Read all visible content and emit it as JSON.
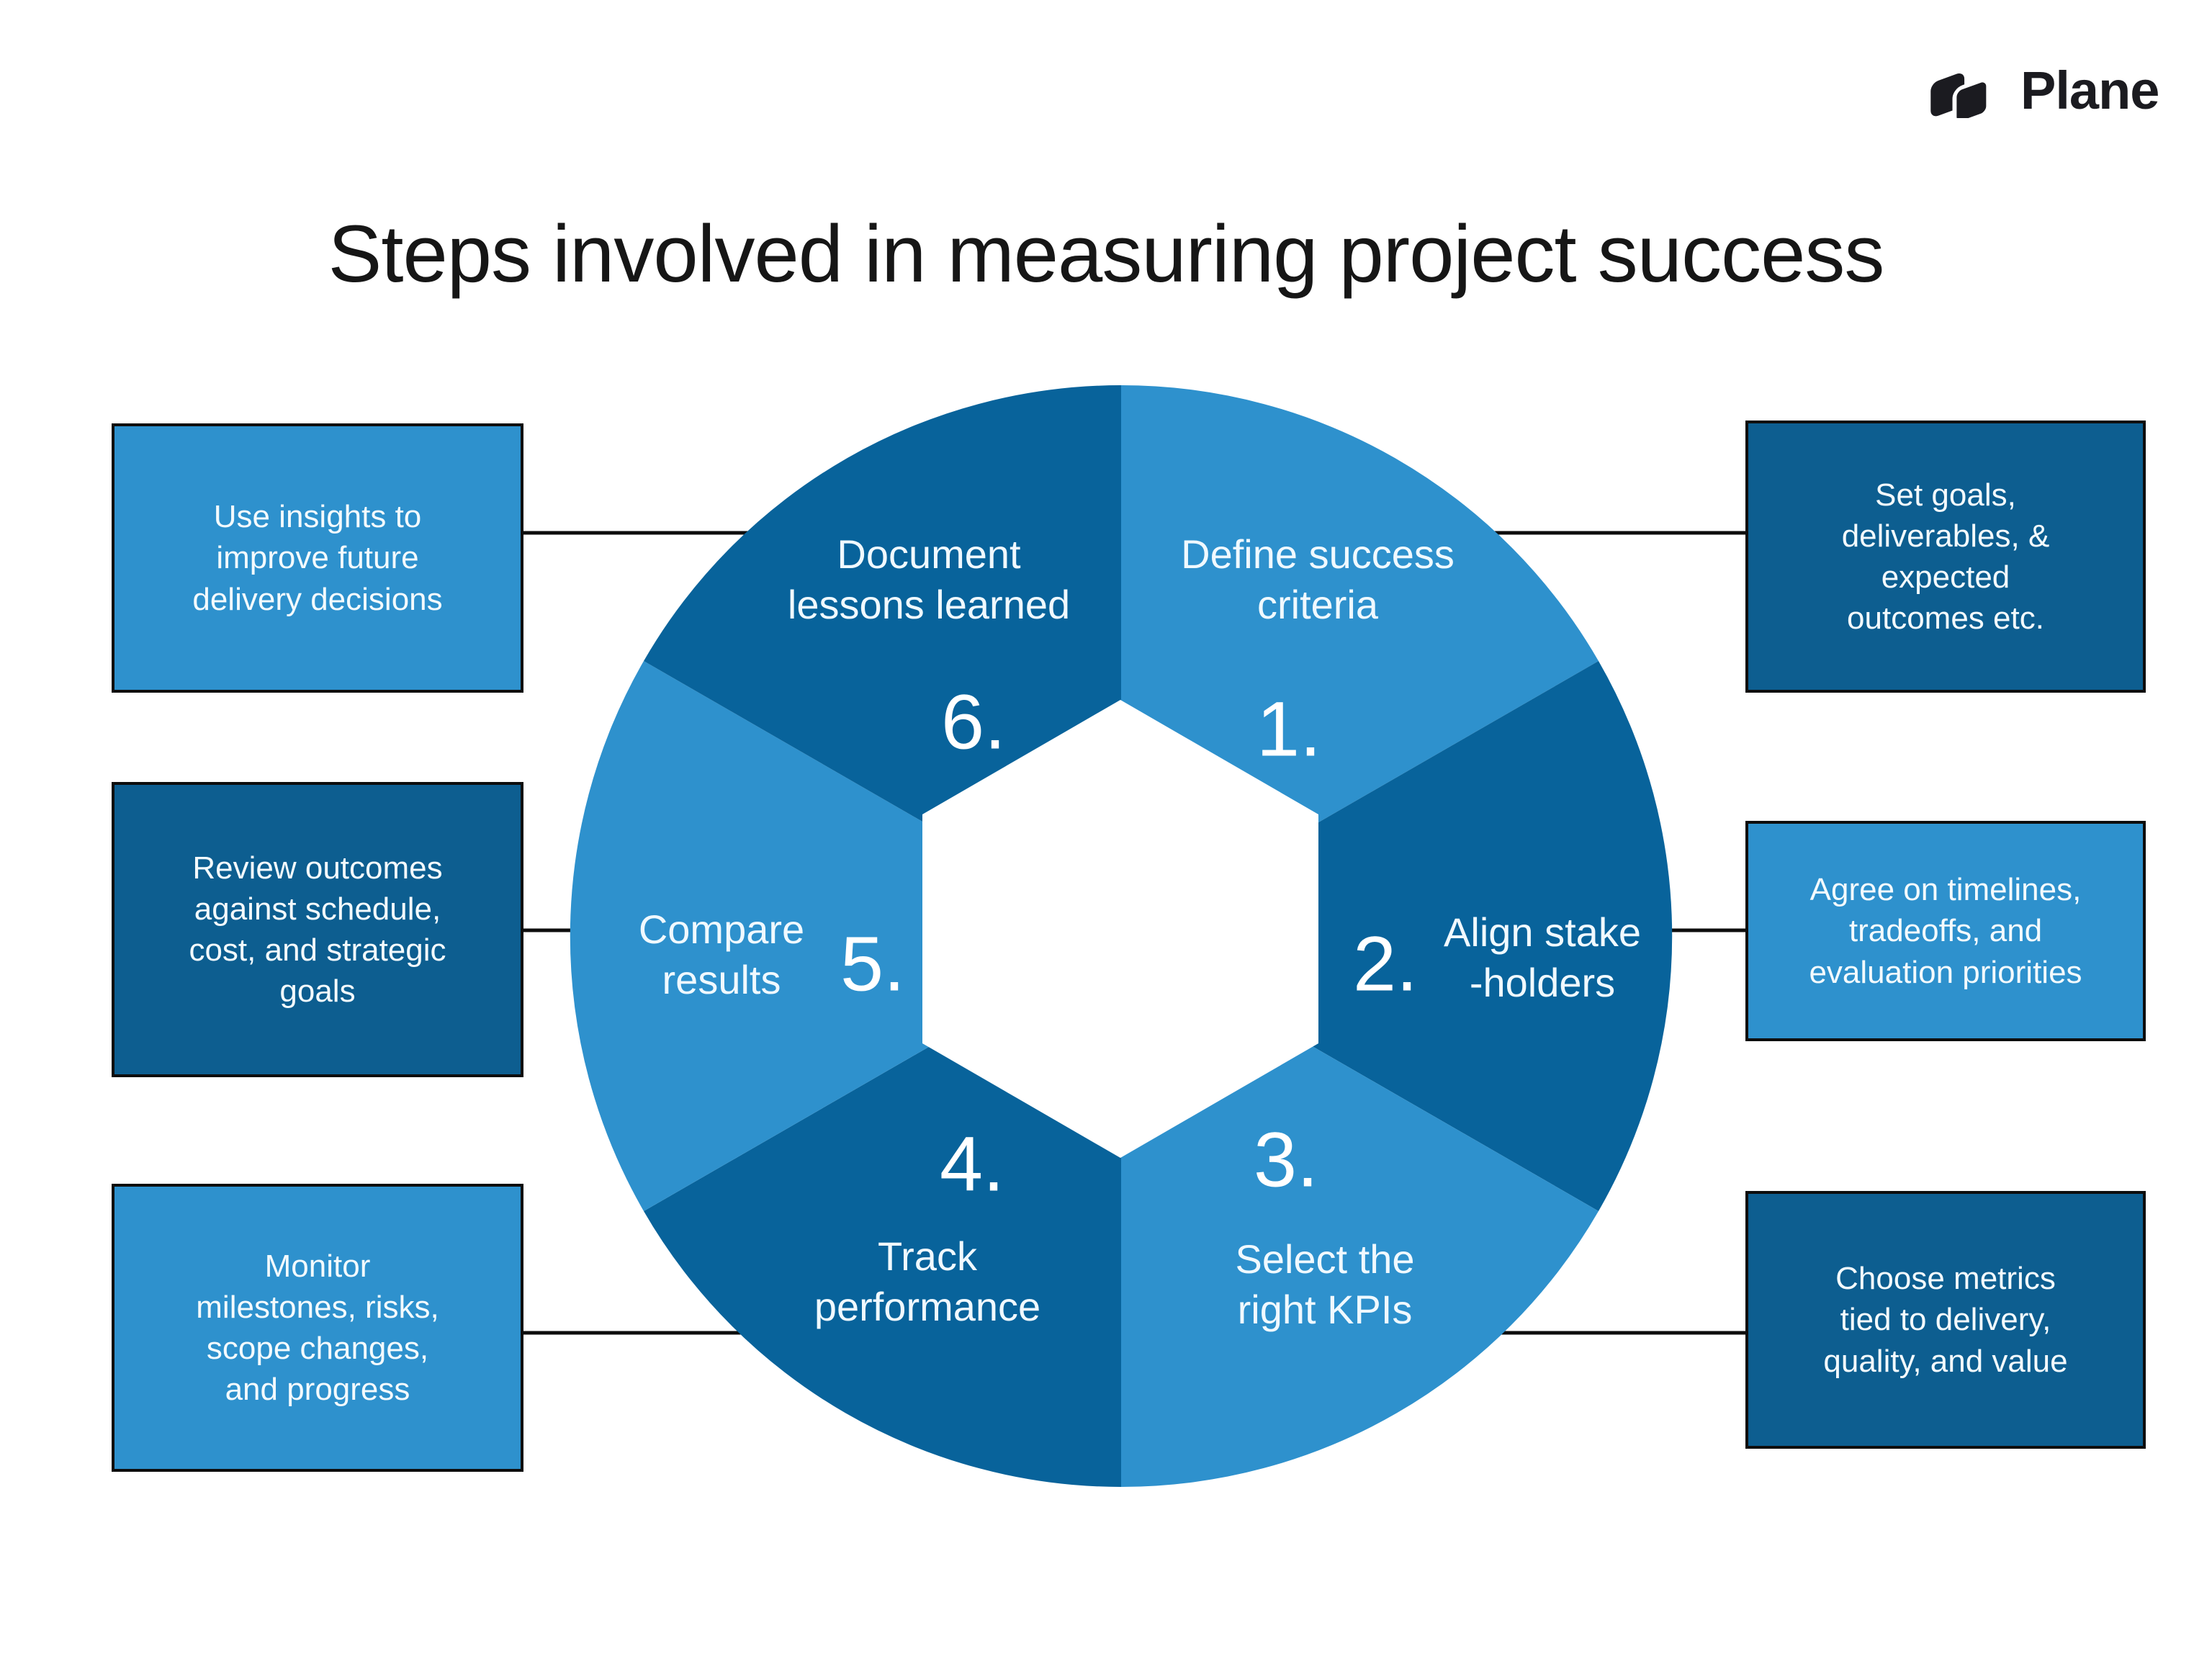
{
  "brand": {
    "wordmark": "Plane",
    "logo_color": "#1b1b20"
  },
  "title": {
    "text": "Steps involved in measuring project success"
  },
  "colors": {
    "wedge_light_blue": "#2e91cd",
    "wedge_dark_blue": "#08639b",
    "box_light_blue": "#2e91cd",
    "box_dark_blue": "#0d5e90",
    "connector_black": "#0d0d0d",
    "text_white": "#f3fafd"
  },
  "wheel": {
    "segments": [
      {
        "number": "1.",
        "label": "Define success\ncriteria",
        "shade": "light"
      },
      {
        "number": "2.",
        "label": "Align stake\n-holders",
        "shade": "dark"
      },
      {
        "number": "3.",
        "label": "Select the\nright KPIs",
        "shade": "light"
      },
      {
        "number": "4.",
        "label": "Track\nperformance",
        "shade": "dark"
      },
      {
        "number": "5.",
        "label": "Compare\nresults",
        "shade": "light"
      },
      {
        "number": "6.",
        "label": "Document\nlessons learned",
        "shade": "dark"
      }
    ]
  },
  "callouts": {
    "left": [
      {
        "text": "Use insights to\nimprove future\ndelivery decisions",
        "shade": "light"
      },
      {
        "text": "Review outcomes\nagainst schedule,\ncost, and strategic\ngoals",
        "shade": "dark"
      },
      {
        "text": "Monitor\nmilestones, risks,\nscope changes,\nand progress",
        "shade": "light"
      }
    ],
    "right": [
      {
        "text": "Set goals,\ndeliverables, &\nexpected\noutcomes etc.",
        "shade": "dark"
      },
      {
        "text": "Agree on timelines,\ntradeoffs, and\nevaluation priorities",
        "shade": "light"
      },
      {
        "text": "Choose metrics\ntied to delivery,\nquality, and value",
        "shade": "dark"
      }
    ]
  }
}
